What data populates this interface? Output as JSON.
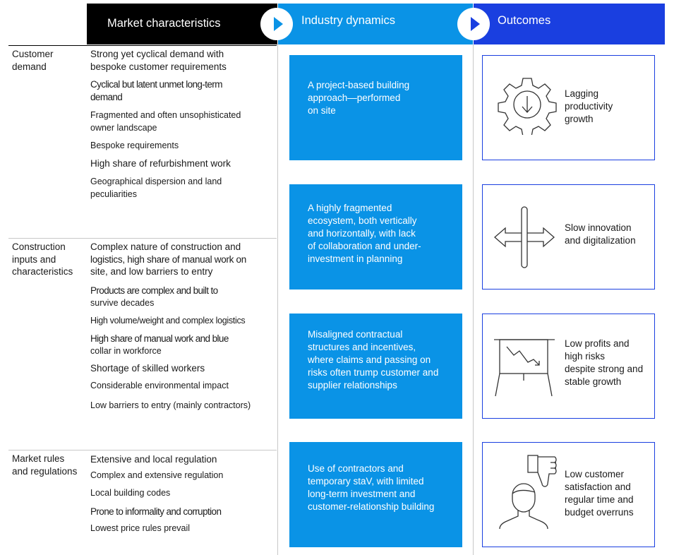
{
  "header": {
    "market": "Market characteristics",
    "dynamics": "Industry dynamics",
    "outcomes": "Outcomes"
  },
  "categories": [
    {
      "label": [
        "Customer",
        "demand"
      ],
      "items": [
        [
          "Strong yet cyclical demand with",
          "bespoke customer requirements"
        ],
        [
          "Cyclical but latent unmet long-term",
          "demand"
        ],
        [
          "Fragmented and often unsophisticated",
          "owner landscape"
        ],
        [
          "Bespoke requirements"
        ],
        [
          "High share of refurbishment work"
        ],
        [
          "Geographical dispersion and land",
          "peculiarities"
        ]
      ]
    },
    {
      "label": [
        "Construction",
        "inputs and",
        "characteristics"
      ],
      "items": [
        [
          "Complex nature of construction and",
          "logistics, high share of manual work on",
          "site, and low barriers to entry"
        ],
        [
          "Products are complex and built to",
          "survive decades"
        ],
        [
          "High volume/weight and complex logistics"
        ],
        [
          "High share of manual work and blue",
          "collar in workforce"
        ],
        [
          "Shortage of skilled workers"
        ],
        [
          "Considerable environmental impact"
        ],
        [
          "Low barriers to entry (mainly contractors)"
        ]
      ]
    },
    {
      "label": [
        "Market rules",
        "and regulations"
      ],
      "items": [
        [
          "Extensive and local regulation"
        ],
        [
          "Complex and extensive regulation"
        ],
        [
          "Local building codes"
        ],
        [
          "Prone to informality and corruption"
        ],
        [
          "Lowest price rules prevail"
        ]
      ]
    }
  ],
  "dynamics": [
    [
      "A project-based building",
      "approach—performed",
      "on site"
    ],
    [
      "A highly fragmented",
      "ecosystem, both vertically",
      "and horizontally, with lack",
      "of collaboration and under-",
      "investment in planning"
    ],
    [
      "Misaligned contractual",
      "structures and incentives,",
      "where claims and passing on",
      "risks often trump customer and",
      "supplier relationships"
    ],
    [
      "Use of contractors and",
      "temporary staV, with limited",
      "long-term investment and",
      "customer-relationship  building"
    ]
  ],
  "outcomes": [
    {
      "icon": "gear-down-arrow-icon",
      "lines": [
        "Lagging",
        "productivity",
        "growth"
      ]
    },
    {
      "icon": "signpost-arrows-icon",
      "lines": [
        "Slow innovation",
        "and digitalization"
      ]
    },
    {
      "icon": "declining-chart-board-icon",
      "lines": [
        "Low profits and",
        "high risks",
        "despite strong and",
        "stable growth"
      ]
    },
    {
      "icon": "thumbs-down-person-icon",
      "lines": [
        "Low customer",
        "satisfaction and",
        "regular time and",
        "budget overruns"
      ]
    }
  ],
  "colors": {
    "header_black": "#000000",
    "header_blue": "#0a93e6",
    "header_navy": "#1a3fe0",
    "dynamics_fill": "#0a93e6",
    "outcome_border": "#1a3fe0"
  }
}
